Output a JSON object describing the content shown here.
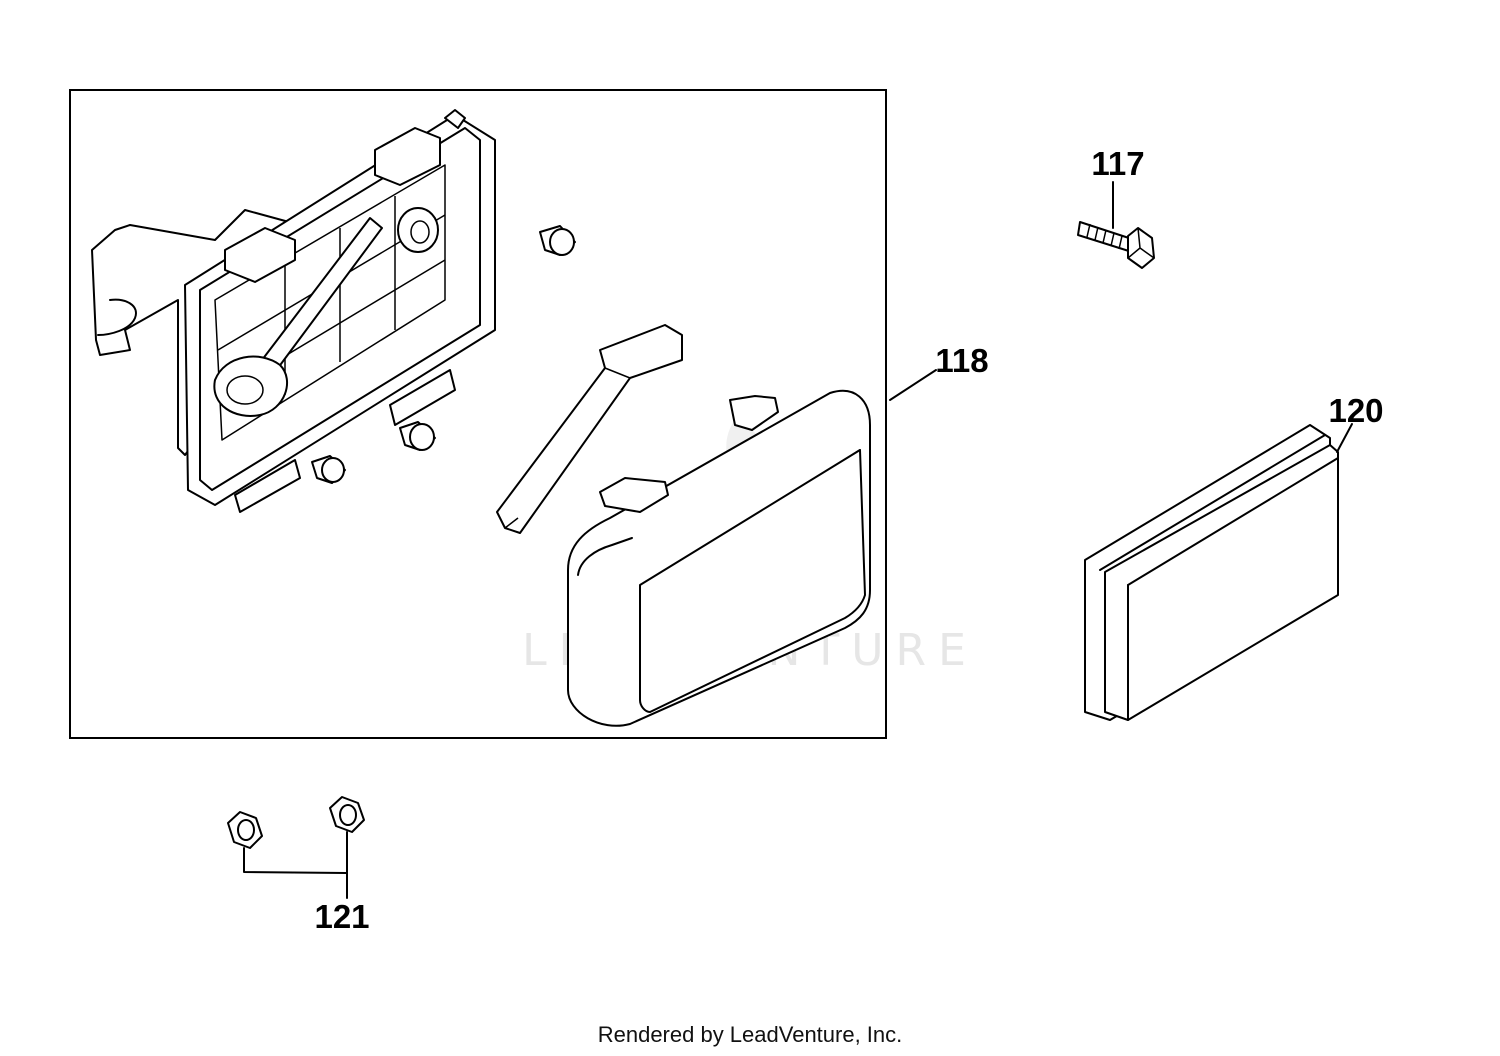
{
  "diagram": {
    "watermark": "LEADVENTURE",
    "parts": [
      {
        "id": "117",
        "label": "117",
        "name": "bolt"
      },
      {
        "id": "118",
        "label": "118",
        "name": "air-cleaner-assembly"
      },
      {
        "id": "120",
        "label": "120",
        "name": "air-filter-element"
      },
      {
        "id": "121",
        "label": "121",
        "name": "nut"
      }
    ]
  },
  "footer": {
    "text": "Rendered by LeadVenture, Inc."
  }
}
